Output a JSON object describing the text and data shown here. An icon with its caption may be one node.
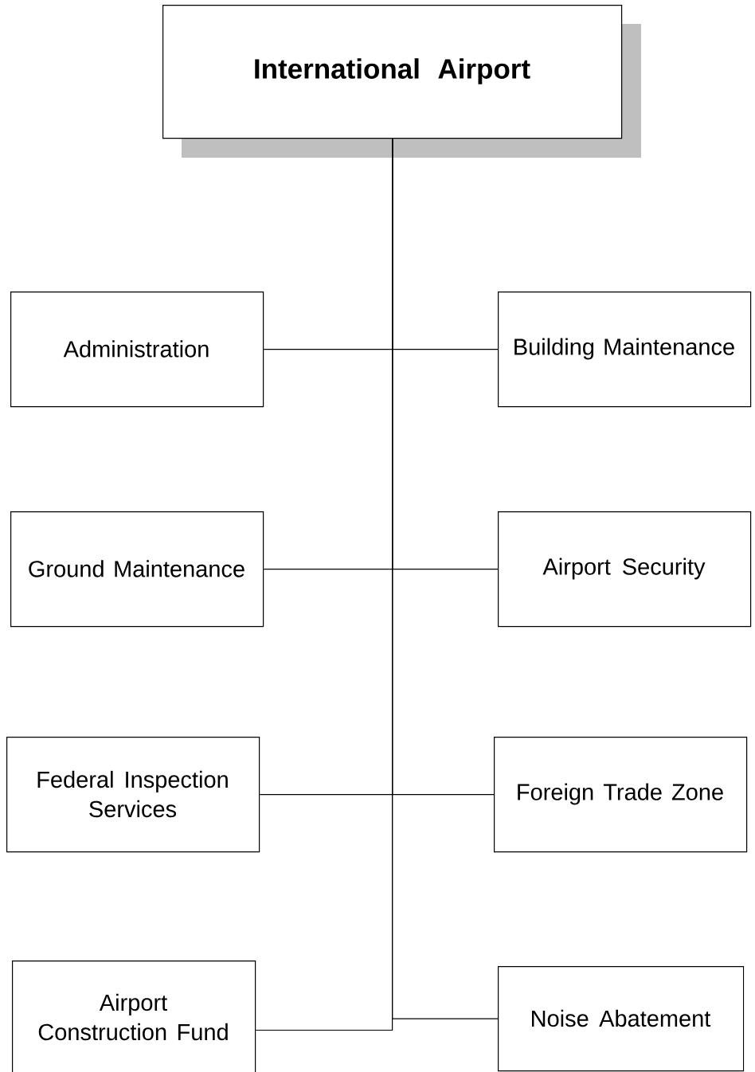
{
  "diagram": {
    "nodes": [
      {
        "text": [
          "International Airport"
        ]
      },
      {
        "text": [
          "Administration"
        ]
      },
      {
        "text": [
          "Building Maintenance"
        ]
      },
      {
        "text": [
          "Ground Maintenance"
        ]
      },
      {
        "text": [
          "Airport Security"
        ]
      },
      {
        "text": [
          "Federal Inspection Services"
        ]
      },
      {
        "text": [
          "Foreign Trade Zone"
        ]
      },
      {
        "text": [
          "Airport Construction Fund"
        ]
      },
      {
        "text": [
          "Noise Abatement"
        ]
      }
    ],
    "edges": [
      {
        "from": 0,
        "to": 1,
        "arrow": "none"
      },
      {
        "from": 0,
        "to": 2,
        "arrow": "none"
      },
      {
        "from": 0,
        "to": 3,
        "arrow": "none"
      },
      {
        "from": 0,
        "to": 4,
        "arrow": "none"
      },
      {
        "from": 0,
        "to": 5,
        "arrow": "none"
      },
      {
        "from": 0,
        "to": 6,
        "arrow": "none"
      },
      {
        "from": 0,
        "to": 7,
        "arrow": "none"
      },
      {
        "from": 0,
        "to": 8,
        "arrow": "none"
      }
    ]
  }
}
